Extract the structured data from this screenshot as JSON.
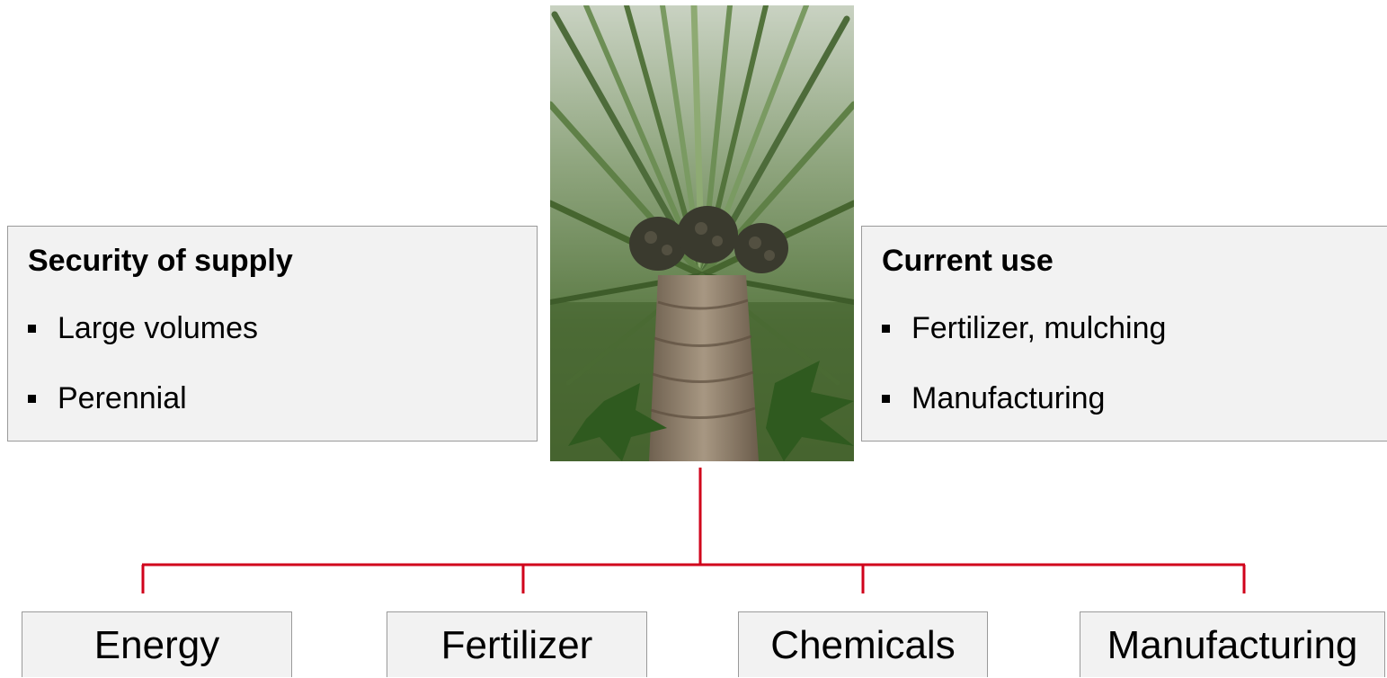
{
  "left_box": {
    "title": "Security of supply",
    "items": [
      "Large volumes",
      "Perennial"
    ]
  },
  "right_box": {
    "title": "Current use",
    "items": [
      "Fertilizer, mulching",
      "Manufacturing"
    ]
  },
  "categories": [
    "Energy",
    "Fertilizer",
    "Chemicals",
    "Manufacturing"
  ],
  "colors": {
    "connector": "#d0021b",
    "box_fill": "#f2f2f2",
    "box_border": "#9a9a9a"
  },
  "image": {
    "icon": "palm-tree-photo"
  }
}
